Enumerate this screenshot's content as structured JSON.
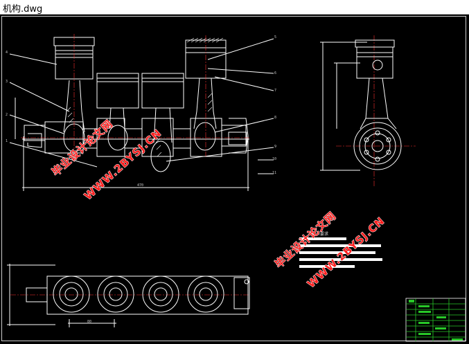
{
  "window": {
    "title": "机构.dwg"
  },
  "drawing": {
    "dimension_overall_length": "470",
    "dimension_pitch": "80",
    "section_labels": [
      "4",
      "3",
      "2",
      "1",
      "5",
      "6",
      "7",
      "8",
      "9",
      "10",
      "11"
    ],
    "technical_requirements_title": "技术要求"
  },
  "watermarks": [
    {
      "text": "毕业设计论文网",
      "sub": "WWW.2BYSJ.CN"
    },
    {
      "text": "毕业设计论文网",
      "sub": "WWW.2BYSJ.CN"
    }
  ],
  "colors": {
    "background": "#000000",
    "line": "#ffffff",
    "centerline": "#ff3030",
    "hatch": "#ffffff",
    "watermark": "#ff2020",
    "title_block": "#28c828"
  }
}
